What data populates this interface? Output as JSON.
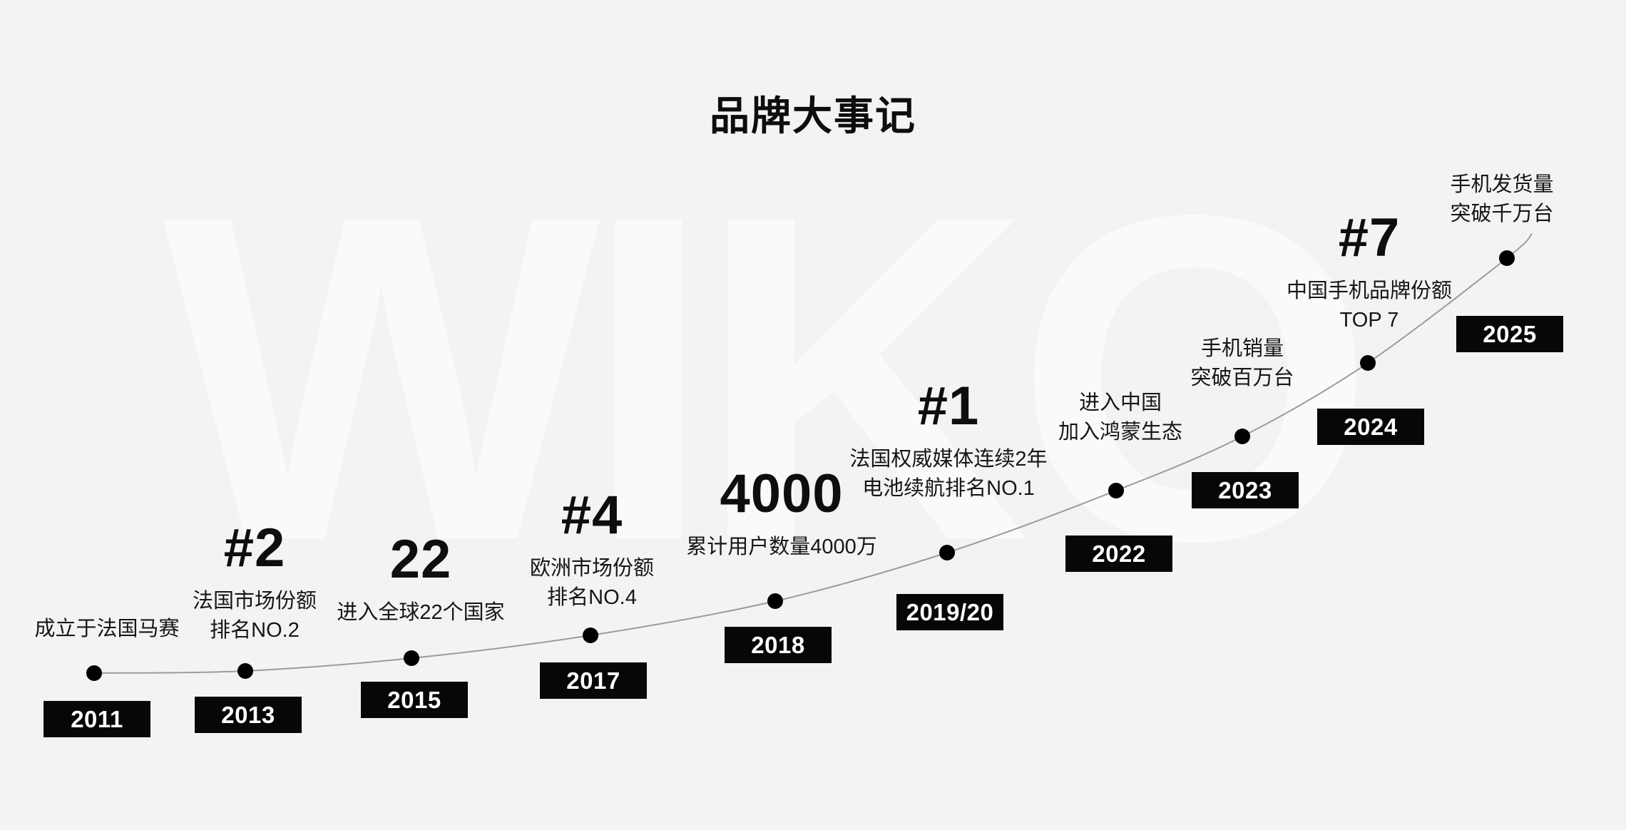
{
  "title": "品牌大事记",
  "watermark": "WIKO",
  "colors": {
    "background": "#f3f3f4",
    "watermark": "#fafafa",
    "badge_background": "#070707",
    "badge_text": "#ffffff",
    "text": "#161616",
    "curve_line": "#9b9b9b",
    "dot": "#000000"
  },
  "chart_data": {
    "type": "line",
    "title": "品牌大事记",
    "x_labels": [
      "2011",
      "2013",
      "2015",
      "2017",
      "2018",
      "2019/20",
      "2022",
      "2023",
      "2024",
      "2025"
    ],
    "grid": false,
    "legend": false,
    "curve_shape": "single smooth exponential-like growth curve rising left to right, black dot marker at each year",
    "milestones": [
      {
        "year": "2011",
        "headline": "",
        "desc_lines": [
          "成立于法国马赛"
        ]
      },
      {
        "year": "2013",
        "headline": "#2",
        "desc_lines": [
          "法国市场份额",
          "排名NO.2"
        ]
      },
      {
        "year": "2015",
        "headline": "22",
        "desc_lines": [
          "进入全球22个国家"
        ]
      },
      {
        "year": "2017",
        "headline": "#4",
        "desc_lines": [
          "欧洲市场份额",
          "排名NO.4"
        ]
      },
      {
        "year": "2018",
        "headline": "4000",
        "desc_lines": [
          "累计用户数量4000万"
        ]
      },
      {
        "year": "2019/20",
        "headline": "#1",
        "desc_lines": [
          "法国权威媒体连续2年",
          "电池续航排名NO.1"
        ]
      },
      {
        "year": "2022",
        "headline": "",
        "desc_lines": [
          "进入中国",
          "加入鸿蒙生态"
        ]
      },
      {
        "year": "2023",
        "headline": "",
        "desc_lines": [
          "手机销量",
          "突破百万台"
        ]
      },
      {
        "year": "2024",
        "headline": "#7",
        "desc_lines": [
          "中国手机品牌份额",
          "TOP 7"
        ]
      },
      {
        "year": "2025",
        "headline": "",
        "desc_lines": [
          "手机发货量",
          "突破千万台"
        ]
      }
    ]
  }
}
